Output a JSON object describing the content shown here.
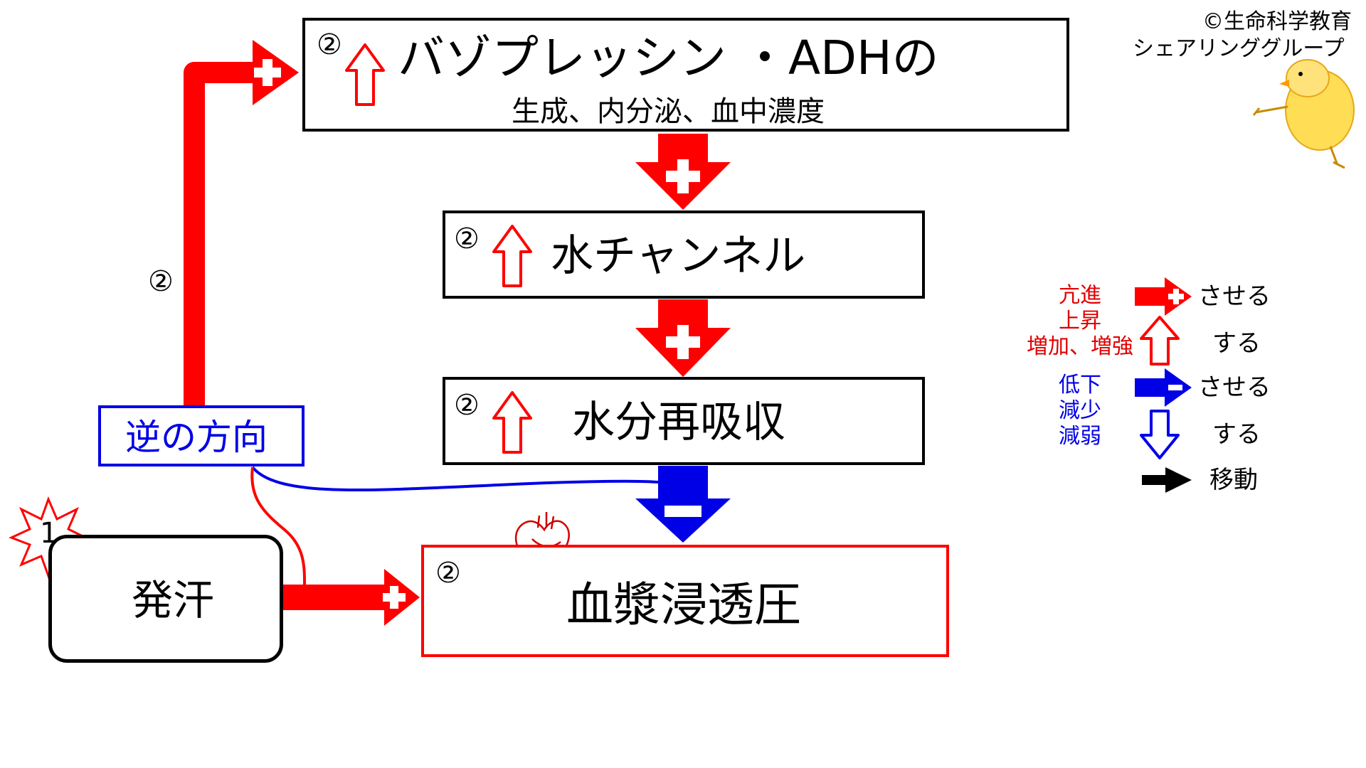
{
  "credit": {
    "line1": "©生命科学教育",
    "line2": "シェアリンググループ"
  },
  "nodes": {
    "vasopressin": {
      "step": "②",
      "title": "バゾプレッシン ・ADHの",
      "subtitle": "生成、内分泌、血中濃度"
    },
    "water_channel": {
      "step": "②",
      "title": "水チャンネル"
    },
    "water_reabsorption": {
      "step": "②",
      "title": "水分再吸収"
    },
    "plasma_osmolality": {
      "step": "②",
      "title": "血漿浸透圧"
    },
    "sweating": {
      "title": "発汗",
      "badge": "1"
    },
    "reverse_direction": {
      "title": "逆の方向"
    }
  },
  "edge_labels": {
    "left_vertical_step": "②"
  },
  "legend": {
    "increase_terms": [
      "亢進",
      "上昇",
      "増加、増強"
    ],
    "decrease_terms": [
      "低下",
      "減少",
      "減弱"
    ],
    "promote_label": "させる",
    "rise_label": "する",
    "inhibit_label": "させる",
    "fall_label": "する",
    "move_label": "移動"
  },
  "colors": {
    "increase": "#ff0000",
    "decrease": "#0000e6",
    "neutral": "#000000"
  },
  "icons": {
    "heart": "heart-icon",
    "chick": "chick-icon",
    "burst": "burst-icon"
  }
}
